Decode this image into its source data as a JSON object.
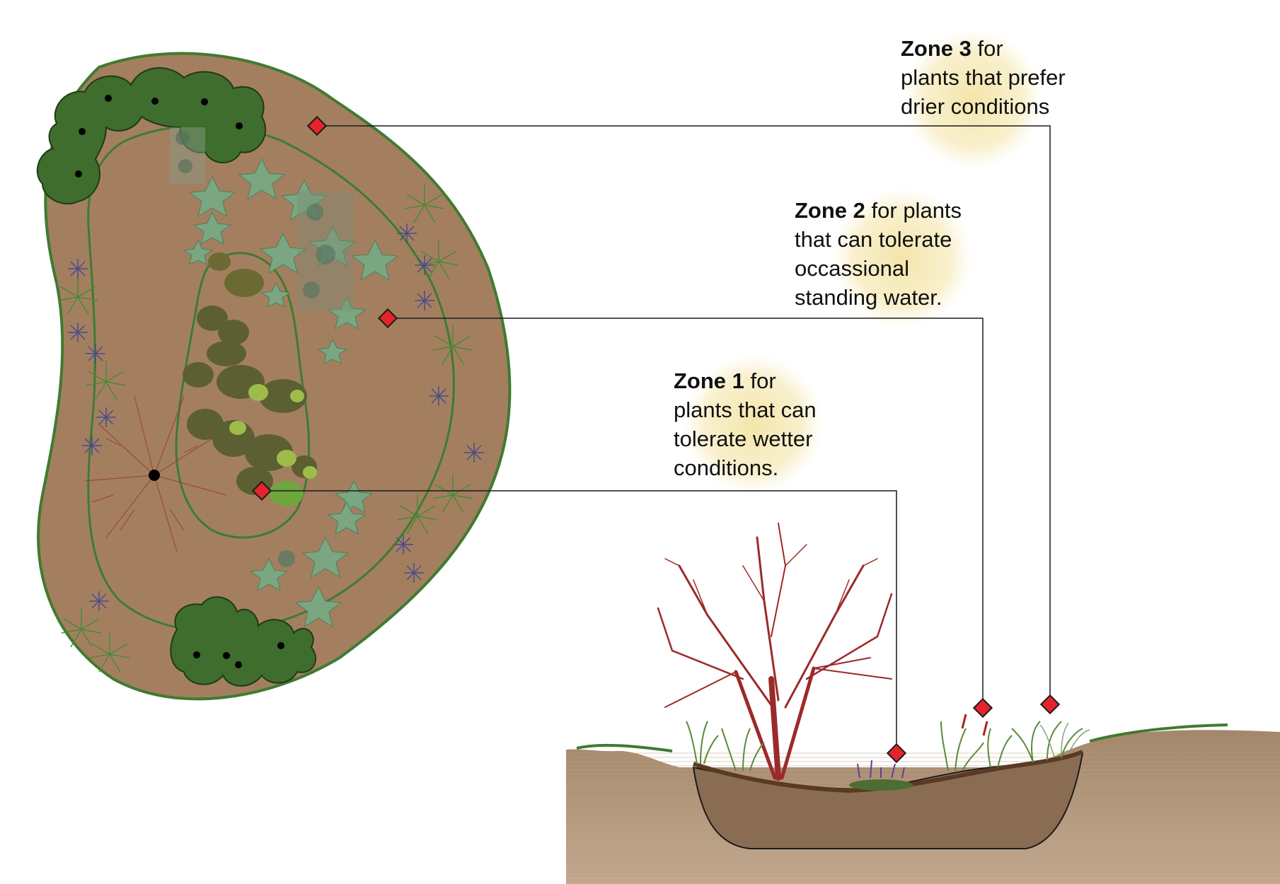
{
  "zones": [
    {
      "id": "zone3",
      "title": "Zone 3",
      "lines": [
        "for",
        "plants that prefer",
        "drier conditions"
      ]
    },
    {
      "id": "zone2",
      "title": "Zone 2",
      "lines": [
        "for plants",
        "that can tolerate",
        "occassional",
        "standing water."
      ]
    },
    {
      "id": "zone1",
      "title": "Zone 1",
      "lines": [
        "for",
        "plants that can",
        "tolerate wetter",
        "conditions."
      ]
    }
  ],
  "colors": {
    "soil_plan": "#a37f60",
    "zone_outline": "#3f7b31",
    "shrub": "#3e6d2d",
    "marker": "#e5232b",
    "leader_line": "#1a1a1a",
    "label_highlight": "#f3e2a0",
    "soil_section": "#a88c70",
    "basin_soil": "#8a6c52",
    "shrub_branches": "#9c2a2a"
  }
}
